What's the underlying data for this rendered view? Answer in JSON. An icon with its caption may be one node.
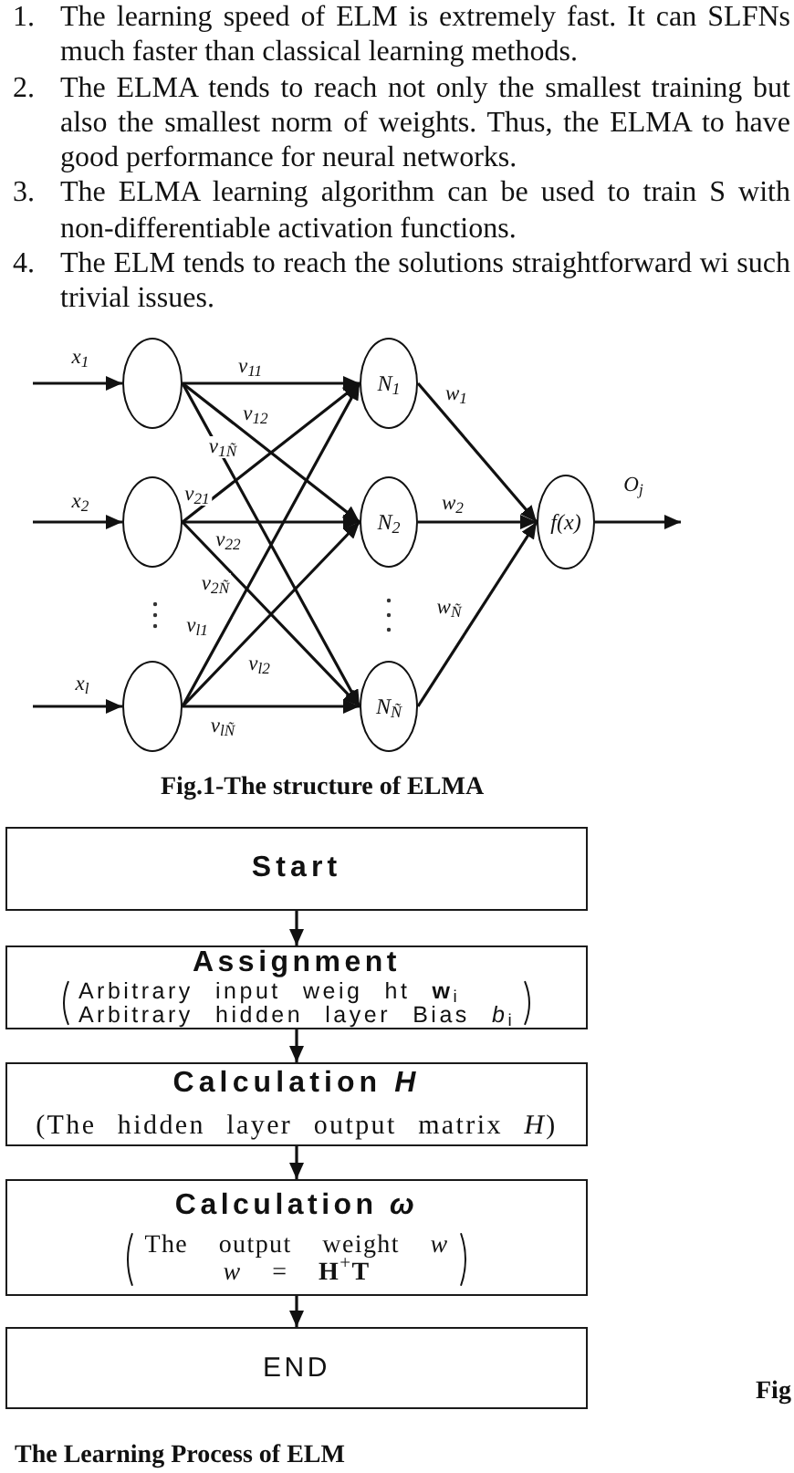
{
  "diagram": {
    "nodes": [
      {
        "text": [],
        "shape": "circle"
      },
      {
        "text": [],
        "shape": "circle"
      },
      {
        "text": [],
        "shape": "circle"
      },
      {
        "text": [
          "N$_{1}$"
        ]
      },
      {
        "text": [
          "N$_{2}$"
        ]
      },
      {
        "text": [
          "N$_{Ñ}$"
        ]
      },
      {
        "text": [
          "f(x)"
        ]
      },
      {
        "text": [
          "Start"
        ]
      },
      {
        "text": [
          "Assignment",
          "Arbitrary input weig ht **w**$_{i}$",
          "Arbitrary hidden layer Bias *b*$_{i}$"
        ]
      },
      {
        "text": [
          "Calculation *H*",
          "(The hidden layer output matrix *H*)"
        ]
      },
      {
        "text": [
          "Calculation *ω*",
          "The output weight *w*",
          "*w* = **H**$^{+}$**T**"
        ]
      },
      {
        "text": [
          "END"
        ]
      }
    ],
    "edges": [
      {
        "from": null,
        "to": 0,
        "arrow": "to",
        "label": "x$_{1}$"
      },
      {
        "from": null,
        "to": 1,
        "arrow": "to",
        "label": "x$_{2}$"
      },
      {
        "from": null,
        "to": 2,
        "arrow": "to",
        "label": "x$_{l}$"
      },
      {
        "from": 0,
        "to": 3,
        "arrow": "to",
        "label": "v$_{11}$"
      },
      {
        "from": 0,
        "to": 4,
        "arrow": "to",
        "label": "v$_{12}$"
      },
      {
        "from": 0,
        "to": 5,
        "arrow": "to",
        "label": "v$_{1Ñ}$"
      },
      {
        "from": 1,
        "to": 3,
        "arrow": "to",
        "label": "v$_{21}$"
      },
      {
        "from": 1,
        "to": 4,
        "arrow": "to",
        "label": "v$_{22}$"
      },
      {
        "from": 1,
        "to": 5,
        "arrow": "to",
        "label": "v$_{2Ñ}$"
      },
      {
        "from": 2,
        "to": 3,
        "arrow": "to",
        "label": "v$_{l1}$"
      },
      {
        "from": 2,
        "to": 4,
        "arrow": "to",
        "label": "v$_{l2}$"
      },
      {
        "from": 2,
        "to": 5,
        "arrow": "to",
        "label": "v$_{lÑ}$"
      },
      {
        "from": 3,
        "to": 6,
        "arrow": "to",
        "label": "w$_{1}$"
      },
      {
        "from": 4,
        "to": 6,
        "arrow": "to",
        "label": "w$_{2}$"
      },
      {
        "from": 5,
        "to": 6,
        "arrow": "to",
        "label": "w$_{Ñ}$"
      },
      {
        "from": 6,
        "to": null,
        "arrow": "to",
        "label": "O$_{j}$"
      },
      {
        "from": 7,
        "to": 8,
        "arrow": "to"
      },
      {
        "from": 8,
        "to": 9,
        "arrow": "to"
      },
      {
        "from": 9,
        "to": 10,
        "arrow": "to"
      },
      {
        "from": 10,
        "to": 11,
        "arrow": "to"
      }
    ],
    "labels": [
      "1.",
      "The learning speed of ELM is extremely fast. It can SLFNs much faster than classical learning methods.",
      "2.",
      "The ELMA tends to reach not only the smallest training but also the smallest norm of weights. Thus, the ELMA to have good performance for neural networks.",
      "3.",
      "The ELMA learning algorithm can be used to train S with non-differentiable activation functions.",
      "4.",
      "The ELM tends to reach the solutions straightforward wi such trivial issues.",
      "Fig.1-The structure of ELMA",
      "Fig",
      "The Learning Process of ELM"
    ]
  }
}
